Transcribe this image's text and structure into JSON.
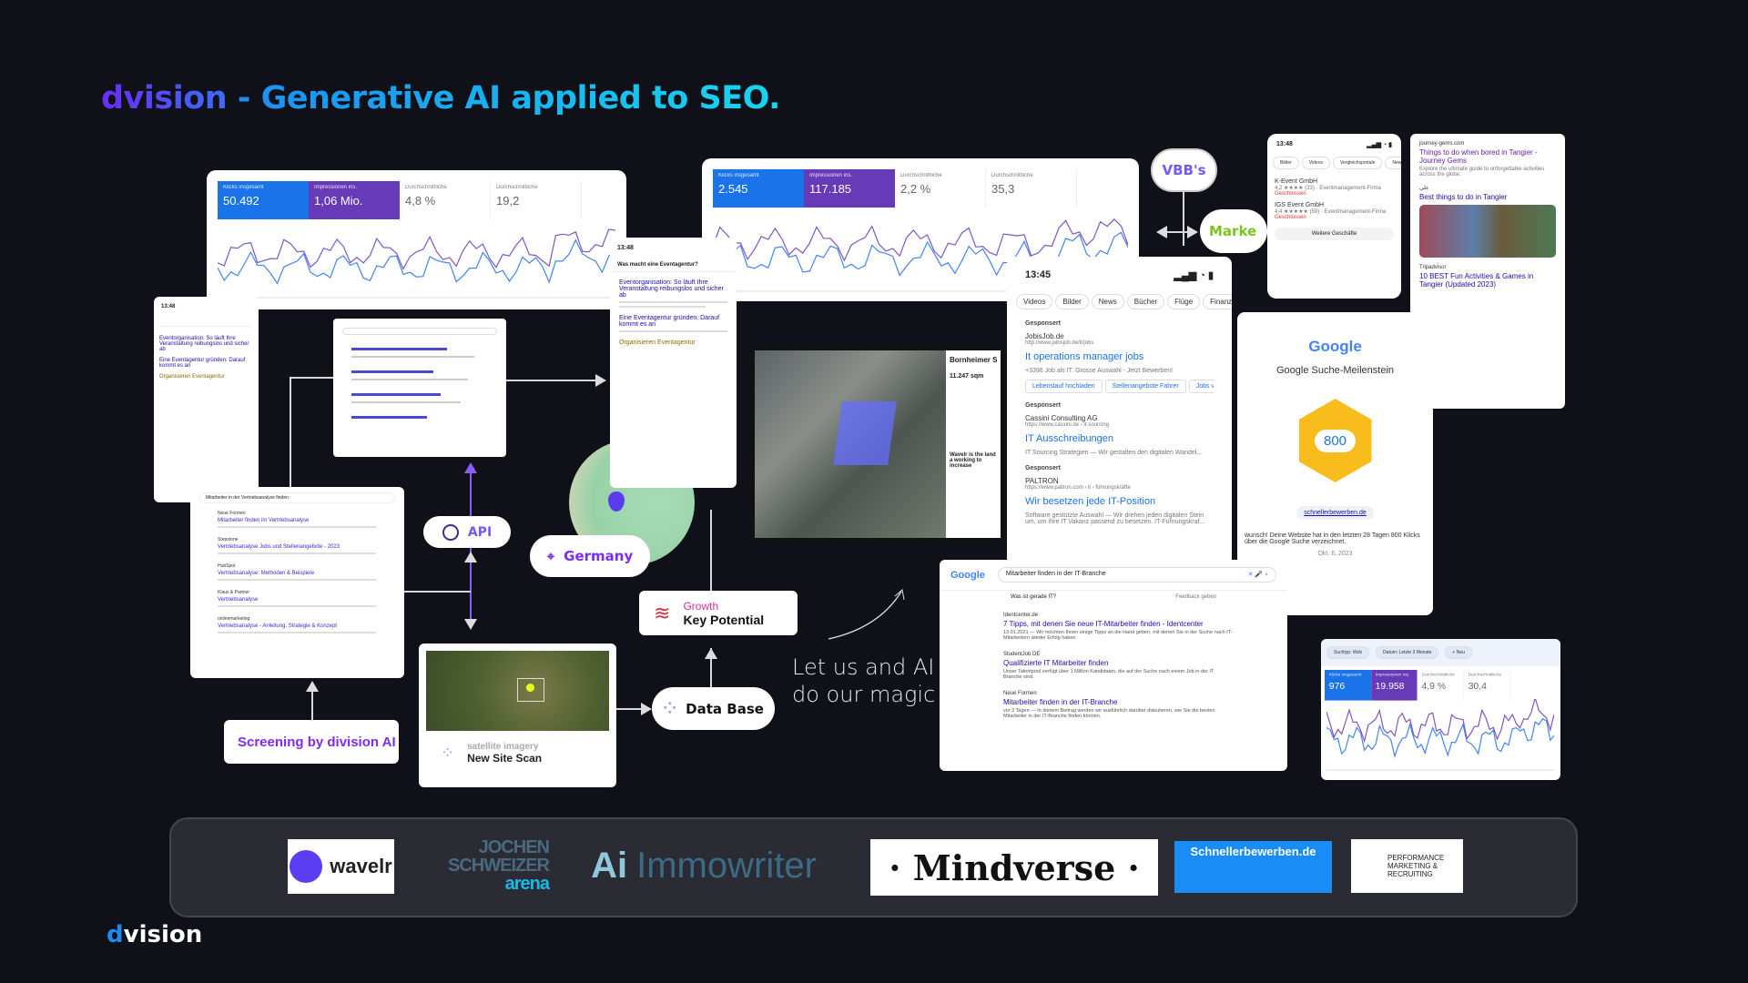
{
  "title": {
    "brand": "dvision",
    "rest": " - Generative AI applied to SEO."
  },
  "chart1": {
    "metrics": [
      {
        "label": "Klicks insgesamt",
        "value": "50.492"
      },
      {
        "label": "Impressionen ins.",
        "value": "1,06 Mio."
      },
      {
        "label": "Durchschnittliche",
        "value": "4,8 %"
      },
      {
        "label": "Durchschnittliche",
        "value": "19,2"
      }
    ]
  },
  "chart2": {
    "metrics": [
      {
        "label": "Klicks insgesamt",
        "value": "2.545"
      },
      {
        "label": "Impressionen ins.",
        "value": "117.185"
      },
      {
        "label": "Durchschnittliche",
        "value": "2,2 %"
      },
      {
        "label": "Durchschnittliche",
        "value": "35,3"
      }
    ]
  },
  "chart3": {
    "filters": [
      "Suchtyp: Web",
      "Datum: Letzte 3 Monate",
      "+ Neu"
    ],
    "metrics": [
      {
        "label": "Klicks insgesamt",
        "value": "976"
      },
      {
        "label": "Impressionen ins.",
        "value": "19.958"
      },
      {
        "label": "Durchschnittliche",
        "value": "4,9 %"
      },
      {
        "label": "Durchschnittliche",
        "value": "30,4"
      }
    ]
  },
  "pills": {
    "vbb": "VBB's",
    "market": "Marke",
    "api": "API",
    "germany": "Germany",
    "growth_top": "Growth",
    "growth_bottom": "Key Potential",
    "database": "Data Base",
    "screening": "Screening by division AI",
    "sat_top": "satellite imagery",
    "sat_bottom": "New Site Scan"
  },
  "tagline": {
    "line1": "Let us and AI",
    "line2": "do our magic"
  },
  "phone1345": {
    "time": "13:45",
    "chips": [
      "Videos",
      "Bilder",
      "News",
      "Bücher",
      "Flüge",
      "Finanze"
    ],
    "ads": [
      {
        "tag": "Gesponsert",
        "site": "JobisJob.de",
        "url": "http://www.jobisjob.de/it/jobs",
        "title": "It operations manager jobs",
        "desc": "+3396 Job als IT. Grosse Auswahl - Jetzt Bewerben!",
        "links": [
          "Lebenslauf hochladen",
          "Stellenangebote Fahrer",
          "Jobs via E"
        ]
      },
      {
        "tag": "Gesponsert",
        "site": "Cassini Consulting AG",
        "url": "https://www.cassini.de › it-sourcing",
        "title": "IT Ausschreibungen",
        "desc": "IT Sourcing Strategien — Wir gestalten den digitalen Wandel..."
      },
      {
        "tag": "Gesponsert",
        "site": "PALTRON",
        "url": "https://www.paltron.com › it › führungskräfte",
        "title": "Wir besetzen jede IT-Position",
        "desc": "Software gestützte Auswahl — Wir drehen jeden digitalen Stein um, um Ihre IT Vakanz passend zu besetzen. IT-Führungskraf..."
      }
    ]
  },
  "milestone": {
    "logo": "Google",
    "title": "Google Suche-Meilenstein",
    "value": "800",
    "site": "schnellerbewerben.de",
    "text": "wunsch! Deine Website hat in den letzten 28 Tagen 800 Klicks über die Google Suche verzeichnet.",
    "date": "Okt. 6, 2023"
  },
  "search_bottom": {
    "logo": "Google",
    "query": "Mitarbeiter finden in der IT-Branche",
    "question": "Was ist gerade IT?",
    "feedback": "Feedback geben",
    "results": [
      {
        "site": "Identcenter.de",
        "title": "7 Tipps, mit denen Sie neue IT-Mitarbeiter finden - Identcenter",
        "desc": "13.01.2021 — Wir möchten Ihnen einige Tipps an die Hand geben, mit denen Sie in der Suche nach IT-Mitarbeitern wieder Erfolg haben."
      },
      {
        "site": "StudentJob DE",
        "title": "Qualifizierte IT Mitarbeiter finden",
        "desc": "Unser Talentpool verfügt über 1 Million Kandidaten, die auf der Suche nach einem Job in der IT Branche sind."
      },
      {
        "site": "Neue Formen",
        "title": "Mitarbeiter finden in der IT-Branche",
        "desc": "vor 2 Tagen — In diesem Beitrag werden wir ausführlich darüber diskutieren, wie Sie die besten Mitarbeiter in der IT-Branche finden können."
      }
    ]
  },
  "search_left": {
    "query": "Mitarbeiter in der Vertriebsanalyse finden",
    "results": [
      {
        "site": "Neue Formen",
        "title": "Mitarbeiter finden im Vertriebsanalyse"
      },
      {
        "site": "Stepstone",
        "title": "Vertriebsanalyse Jobs und Stellenangebote - 2023"
      },
      {
        "site": "HubSpot",
        "title": "Vertriebsanalyse: Methoden & Beispiele"
      },
      {
        "site": "Klaus & Partner",
        "title": "Vertriebsanalyse"
      },
      {
        "site": "onlinemarketing",
        "title": "Vertriebsanalyse - Anleitung, Strategie & Konzept"
      }
    ]
  },
  "phone1348": {
    "time": "13:48",
    "chips": [
      "Bilder",
      "Videos",
      "Vergleichsportale",
      "News"
    ],
    "items": [
      {
        "name": "K-Event GmbH",
        "rating": "4,2 ★★★★ (33) · Eventmanagement-Firma",
        "status": "Geschlossen"
      },
      {
        "name": "IGS Event GmbH",
        "rating": "4,4 ★★★★★ (59) · Eventmanagement-Firma",
        "status": "Geschlossen"
      }
    ],
    "more": "Weitere Geschäfte"
  },
  "tangier": {
    "r1_site": "journey-gems.com",
    "r1_title": "Things to do when bored in Tangier - Journey Gems",
    "r1_desc": "Explore the ultimate guide to unforgettable activities across the globe.",
    "r2_site": "علي",
    "r2_title": "Best things to do in Tangier",
    "r3_site": "Tripadvisor",
    "r3_title": "10 BEST Fun Activities & Games in Tangier (Updated 2023)"
  },
  "mobile_search": {
    "time": "13:48",
    "question": "Was macht eine Eventagentur?",
    "r1_title": "Eventorganisation: So läuft Ihre Veranstaltung reibungslos und sicher ab",
    "r2_title": "Eine Eventagentur gründen: Darauf kommt es an",
    "r3_title": "Organisieren Eventagentur"
  },
  "aerial": {
    "title": "Bornheimer S",
    "area": "11.247 sqm",
    "question": "Wavelr is the land a working to increase"
  },
  "logos": {
    "wavelr": "wavelr",
    "jochen1": "JOCHEN",
    "jochen2": "SCHWEIZER",
    "jochen3": "arena",
    "immowriter": "Immowriter",
    "mindverse": "· Mindverse ·",
    "schneller": "Schnellerbewerben.de",
    "performance": "PERFORMANCE MARKETING & RECRUITING"
  },
  "footer": {
    "d": "d",
    "rest": "vision"
  },
  "colors": {
    "blue": "#1a73e8",
    "purple": "#673ab7",
    "accent": "#7b2cf5",
    "bg": "#0f1018"
  }
}
